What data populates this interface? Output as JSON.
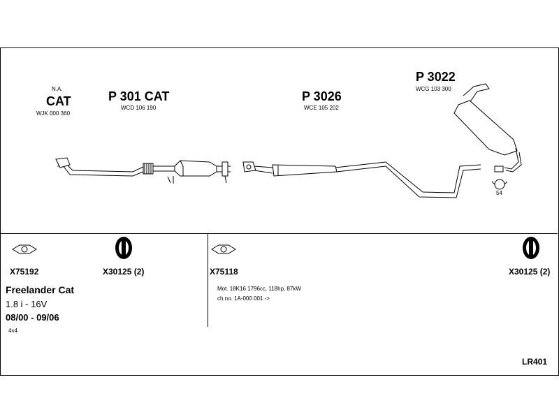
{
  "parts": {
    "na_cat": {
      "note": "N.A.",
      "name": "CAT",
      "code": "WJK 000 360"
    },
    "p301": {
      "name": "P 301 CAT",
      "code": "WCD 106 190"
    },
    "p3026": {
      "name": "P 3026",
      "code": "WCE 105 202"
    },
    "p3022": {
      "name": "P 3022",
      "code": "WCG 103 300"
    },
    "clamp": {
      "name": "54"
    }
  },
  "fittings": {
    "gasket_a": "X75192",
    "hanger_a": "X30125 (2)",
    "gasket_b": "X75118",
    "hanger_b": "X30125 (2)"
  },
  "vehicle": {
    "model": "Freelander Cat",
    "engine": "1.8 i - 16V",
    "dates": "08/00 - 09/06",
    "drive": "4x4"
  },
  "specs": {
    "motor": "Mot. 18K16 1796cc, 118hp, 87kW",
    "chassis": "ch.no. 1A-000 001 ->"
  },
  "reference": "LR401"
}
